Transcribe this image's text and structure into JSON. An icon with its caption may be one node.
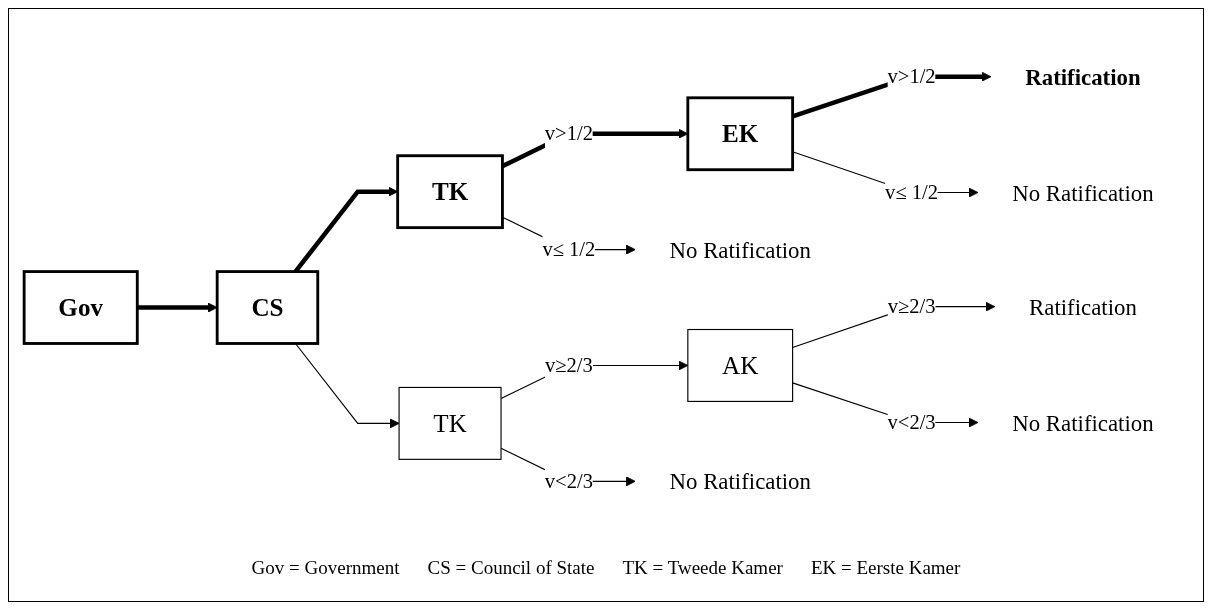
{
  "diagram": {
    "nodes": [
      {
        "text": [
          "Gov"
        ]
      },
      {
        "text": [
          "CS"
        ]
      },
      {
        "text": [
          "TK"
        ]
      },
      {
        "text": [
          "EK"
        ]
      },
      {
        "text": [
          "Ratification"
        ]
      },
      {
        "text": [
          "No Ratification"
        ]
      },
      {
        "text": [
          "No Ratification"
        ]
      },
      {
        "text": [
          "TK"
        ]
      },
      {
        "text": [
          "AK"
        ]
      },
      {
        "text": [
          "Ratification"
        ]
      },
      {
        "text": [
          "No Ratification"
        ]
      },
      {
        "text": [
          "No Ratification"
        ]
      }
    ],
    "edges": [
      {
        "from": 0,
        "to": 1,
        "arrow": "to",
        "style": "thick"
      },
      {
        "from": 1,
        "to": 2,
        "arrow": "to",
        "style": "thick"
      },
      {
        "from": 1,
        "to": 7,
        "arrow": "to"
      },
      {
        "from": 2,
        "to": 3,
        "arrow": "to",
        "style": "thick",
        "label": "v>1/2"
      },
      {
        "from": 2,
        "to": 5,
        "arrow": "to",
        "label": "v≤ 1/2"
      },
      {
        "from": 3,
        "to": 4,
        "arrow": "to",
        "style": "thick",
        "label": "v>1/2"
      },
      {
        "from": 3,
        "to": 6,
        "arrow": "to",
        "label": "v≤ 1/2"
      },
      {
        "from": 7,
        "to": 8,
        "arrow": "to",
        "label": "v≥2/3"
      },
      {
        "from": 7,
        "to": 10,
        "arrow": "to",
        "label": "v<2/3"
      },
      {
        "from": 8,
        "to": 9,
        "arrow": "to",
        "label": "v≥2/3"
      },
      {
        "from": 8,
        "to": 11,
        "arrow": "to",
        "label": "v<2/3"
      }
    ],
    "labels": [
      "Gov = Government",
      "CS = Council of State",
      "TK = Tweede Kamer",
      "EK = Eerste Kamer"
    ]
  }
}
